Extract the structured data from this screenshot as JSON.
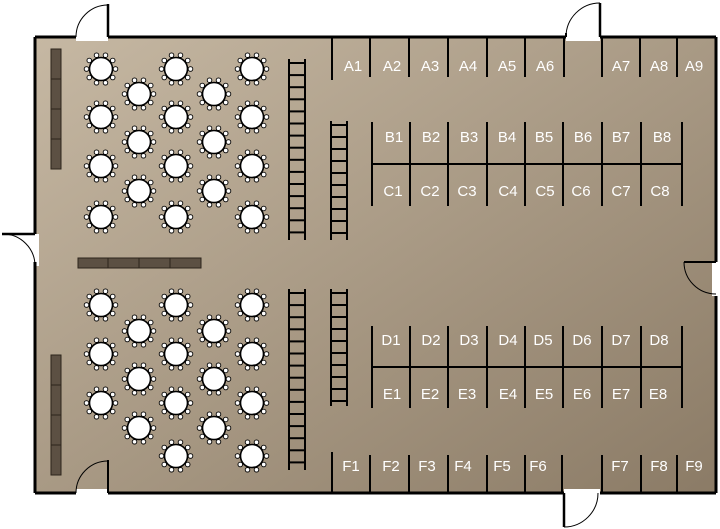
{
  "floorplan": {
    "colors": {
      "floor_light": "#c6b8a3",
      "floor_dark": "#8c7c67",
      "wall": "#000000",
      "table": "#ffffff",
      "panel": "#5c5043",
      "label": "#ffffff"
    },
    "rows": {
      "A": [
        "A1",
        "A2",
        "A3",
        "A4",
        "A5",
        "A6",
        "A7",
        "A8",
        "A9"
      ],
      "B": [
        "B1",
        "B2",
        "B3",
        "B4",
        "B5",
        "B6",
        "B7",
        "B8"
      ],
      "C": [
        "C1",
        "C2",
        "C3",
        "C4",
        "C5",
        "C6",
        "C7",
        "C8"
      ],
      "D": [
        "D1",
        "D2",
        "D3",
        "D4",
        "D5",
        "D6",
        "D7",
        "D8"
      ],
      "E": [
        "E1",
        "E2",
        "E3",
        "E4",
        "E5",
        "E6",
        "E7",
        "E8"
      ],
      "F": [
        "F1",
        "F2",
        "F3",
        "F4",
        "F5",
        "F6",
        "F7",
        "F8",
        "F9"
      ]
    }
  }
}
